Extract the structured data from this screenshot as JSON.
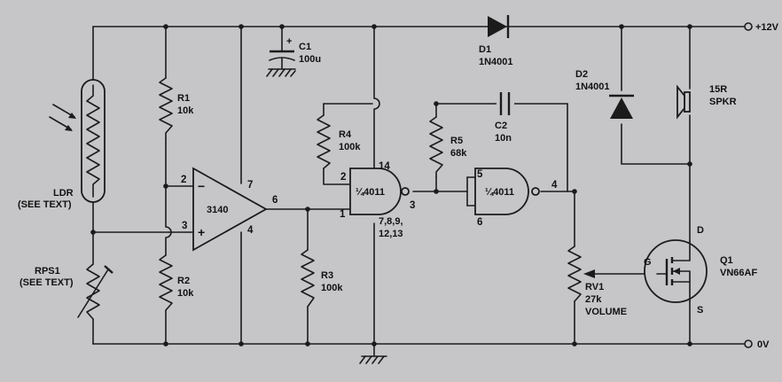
{
  "rails": {
    "positive": "+12V",
    "ground": "0V"
  },
  "components": {
    "ldr": {
      "name": "LDR",
      "note": "(SEE TEXT)"
    },
    "rps1": {
      "name": "RPS1",
      "note": "(SEE TEXT)"
    },
    "r1": {
      "name": "R1",
      "value": "10k"
    },
    "r2": {
      "name": "R2",
      "value": "10k"
    },
    "r3": {
      "name": "R3",
      "value": "100k"
    },
    "r4": {
      "name": "R4",
      "value": "100k"
    },
    "r5": {
      "name": "R5",
      "value": "68k"
    },
    "c1": {
      "name": "C1",
      "value": "100u",
      "polarity": "+"
    },
    "c2": {
      "name": "C2",
      "value": "10n"
    },
    "d1": {
      "name": "D1",
      "value": "1N4001"
    },
    "d2": {
      "name": "D2",
      "value": "1N4001"
    },
    "speaker": {
      "name": "15R",
      "value": "SPKR"
    },
    "q1": {
      "name": "Q1",
      "value": "VN66AF",
      "gate": "G",
      "drain": "D",
      "source": "S"
    },
    "rv1": {
      "name": "RV1",
      "value": "27k",
      "function": "VOLUME"
    },
    "opamp": {
      "name": "3140",
      "inv_sign": "−",
      "noninv_sign": "+",
      "pins": {
        "inv": "2",
        "noninv": "3",
        "vplus": "7",
        "gnd": "4",
        "out": "6"
      }
    },
    "gate1": {
      "name": "¼4011",
      "pins": {
        "in_a": "2",
        "in_b": "1",
        "out": "3",
        "vdd": "14"
      },
      "ground_pins": [
        "7,8,9,",
        "12,13"
      ]
    },
    "gate2": {
      "name": "¼4011",
      "pins": {
        "in_a": "5",
        "in_b": "6",
        "out": "4"
      }
    }
  }
}
